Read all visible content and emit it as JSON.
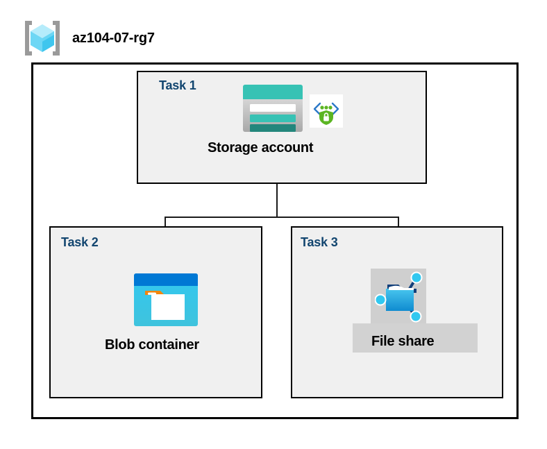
{
  "diagram": {
    "resource_group": {
      "name": "az104-07-rg7",
      "icon": "resource-group-icon"
    },
    "tasks": [
      {
        "id": "task-1",
        "label": "Task 1",
        "node_caption": "Storage account",
        "icons": [
          "storage-account-icon",
          "secure-transfer-shield-icon"
        ]
      },
      {
        "id": "task-2",
        "label": "Task 2",
        "node_caption": "Blob container",
        "icons": [
          "blob-container-icon"
        ]
      },
      {
        "id": "task-3",
        "label": "Task 3",
        "node_caption": "File share",
        "icons": [
          "file-share-icon"
        ],
        "selected": true
      }
    ],
    "connections": [
      {
        "from": "Storage account",
        "to": "Blob container"
      },
      {
        "from": "Storage account",
        "to": "File share"
      }
    ]
  },
  "colors": {
    "task_label": "#12456f",
    "box_fill": "#f0f0f0",
    "box_border": "#000000",
    "connector": "#1a1a1a",
    "selection_highlight": "#d2d2d2",
    "storage_teal": "#37c2b4",
    "storage_teal_dark": "#1f7a70",
    "blob_blue": "#0078d4",
    "blob_cyan": "#32c8f0",
    "blob_orange": "#f2860d",
    "fileshare_blue": "#2aa9e0",
    "node_cyan": "#32c8f0",
    "shield_green": "#5bb522",
    "bracket_blue": "#2b78c8",
    "rg_cube_cyan": "#8fe3f9",
    "rg_bracket_gray": "#9a9a9a"
  }
}
